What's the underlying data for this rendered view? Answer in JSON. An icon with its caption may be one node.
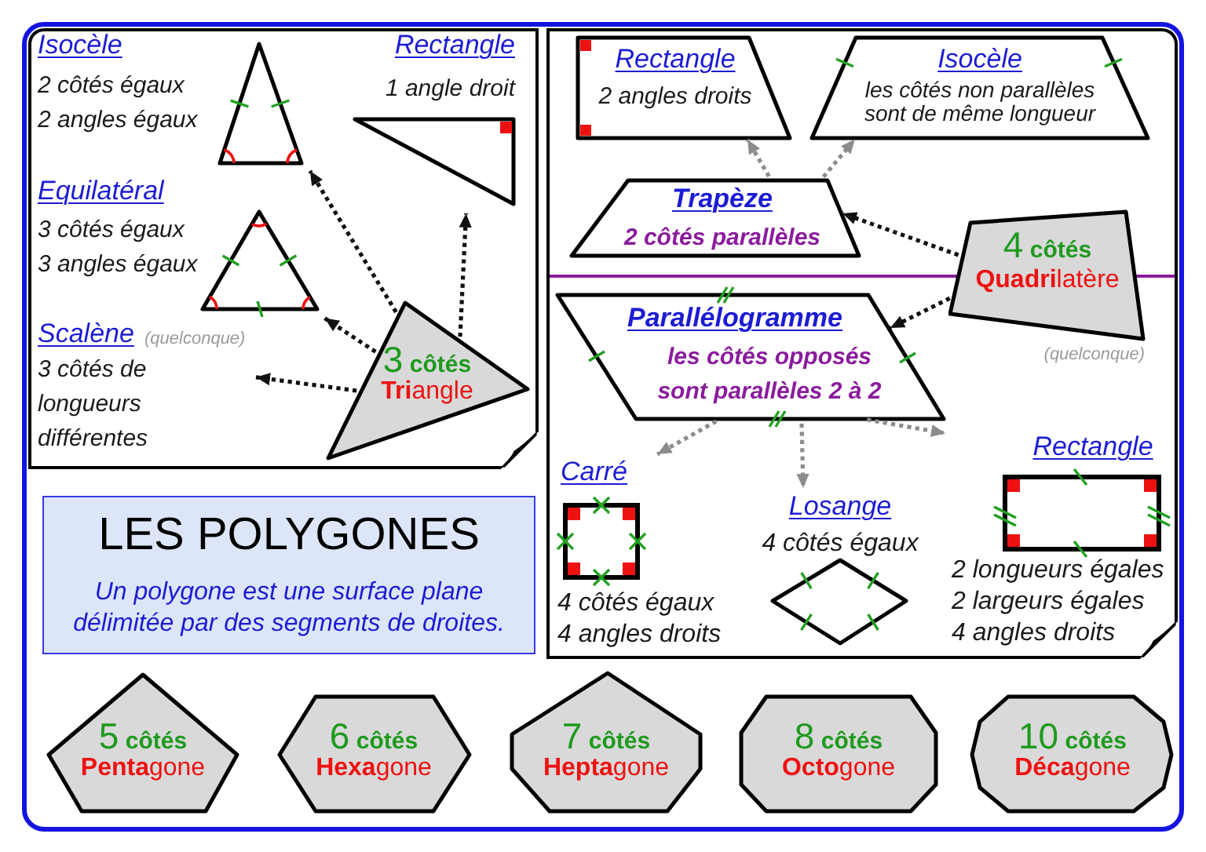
{
  "diagram": {
    "nodes": [
      {
        "text": [],
        "shape": "box"
      },
      {
        "text": [
          "Isocèle",
          "2 côtés égaux 2 angles égaux"
        ],
        "in": 0
      },
      {
        "text": [
          "Rectangle",
          "1 angle droit"
        ],
        "in": 0
      },
      {
        "text": [
          "Equilatéral",
          "3 côtés égaux 3 angles égaux"
        ],
        "in": 0
      },
      {
        "text": [
          "Scalène",
          "(quelconque)",
          "3 côtés de longueurs différentes"
        ],
        "in": 0
      },
      {
        "text": [
          "3 côtés",
          "**Tri**angle"
        ],
        "in": 0
      },
      {
        "text": [],
        "shape": "box"
      },
      {
        "text": [
          "Rectangle",
          "2 angles droits"
        ],
        "in": 6
      },
      {
        "text": [
          "Isocèle",
          "les côtés non parallèles sont de même longueur"
        ],
        "in": 6
      },
      {
        "text": [
          "Trapèze",
          "2 côtés parallèles"
        ],
        "in": 6
      },
      {
        "text": [
          "4 côtés",
          "**Quadri**latère"
        ],
        "beside": [
          "(quelconque)"
        ],
        "in": 6
      },
      {
        "text": [
          "Parallélogramme",
          "les côtés opposés sont parallèles 2 à 2"
        ],
        "in": 6
      },
      {
        "text": [
          "Carré",
          "4 côtés égaux 4 angles droits"
        ],
        "in": 6
      },
      {
        "text": [
          "Losange",
          "4 côtés égaux"
        ],
        "in": 6
      },
      {
        "text": [
          "Rectangle",
          "2 longueurs égales 2 largeurs égales 4 angles droits"
        ],
        "in": 6
      },
      {
        "text": [
          "LES POLYGONES",
          "Un polygone est une surface plane délimitée par des segments de droites."
        ]
      },
      {
        "text": [
          "5 côtés",
          "**Penta**gone"
        ]
      },
      {
        "text": [
          "6 côtés",
          "**Hexa**gone"
        ]
      },
      {
        "text": [
          "7 côtés",
          "**Hepta**gone"
        ]
      },
      {
        "text": [
          "8 côtés",
          "**Octo**gone"
        ]
      },
      {
        "text": [
          "10 côtés",
          "**Déca**gone"
        ]
      }
    ],
    "edges": [
      {
        "from": 5,
        "to": 1,
        "arrow": "to",
        "style": "dashed"
      },
      {
        "from": 5,
        "to": 2,
        "arrow": "to",
        "style": "dashed"
      },
      {
        "from": 5,
        "to": 3,
        "arrow": "to",
        "style": "dashed"
      },
      {
        "from": 5,
        "to": 4,
        "arrow": "to",
        "style": "dashed"
      },
      {
        "from": 10,
        "to": 9,
        "arrow": "to",
        "style": "dashed"
      },
      {
        "from": 10,
        "to": 11,
        "arrow": "to",
        "style": "dashed"
      },
      {
        "from": 9,
        "to": 7,
        "arrow": "to",
        "style": "dashed",
        "color": "#8c8c8c"
      },
      {
        "from": 9,
        "to": 8,
        "arrow": "to",
        "style": "dashed",
        "color": "#8c8c8c"
      },
      {
        "from": 11,
        "to": 12,
        "arrow": "to",
        "style": "dashed",
        "color": "#8c8c8c"
      },
      {
        "from": 11,
        "to": 13,
        "arrow": "to",
        "style": "dashed",
        "color": "#8c8c8c"
      },
      {
        "from": 11,
        "to": 14,
        "arrow": "to",
        "style": "dashed",
        "color": "#8c8c8c"
      }
    ]
  }
}
